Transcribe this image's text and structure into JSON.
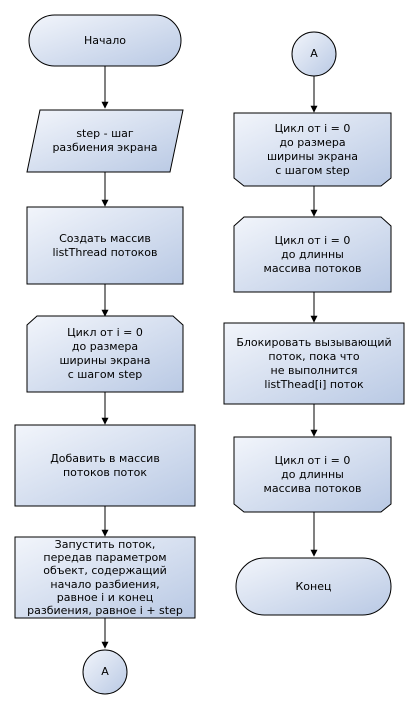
{
  "colors": {
    "fill_light": "#f2f5fb",
    "fill_dark": "#b9c9e4",
    "stroke": "#000000"
  },
  "nodes": {
    "start": {
      "lines": [
        "Начало"
      ]
    },
    "input_step": {
      "lines": [
        "step - шаг",
        "разбиения экрана"
      ]
    },
    "create_array": {
      "lines": [
        "Создать массив",
        "listThread потоков"
      ]
    },
    "loop1": {
      "lines": [
        "Цикл от i = 0",
        "до размера",
        "ширины экрана",
        "с шагом step"
      ]
    },
    "add_thread": {
      "lines": [
        "Добавить в массив",
        "потоков поток"
      ]
    },
    "start_thread": {
      "lines": [
        "Запустить поток,",
        "передав параметром",
        "объект, содержащий",
        "начало разбиения,",
        "равное i и конец",
        "разбиения, равное i + step"
      ]
    },
    "conn_a_out": {
      "lines": [
        "A"
      ]
    },
    "conn_a_in": {
      "lines": [
        "A"
      ]
    },
    "loop2": {
      "lines": [
        "Цикл от i = 0",
        "до размера",
        "ширины экрана",
        "с шагом step"
      ]
    },
    "loop3": {
      "lines": [
        "Цикл от i = 0",
        "до длинны",
        "массива потоков"
      ]
    },
    "block": {
      "lines": [
        "Блокировать вызывающий",
        "поток, пока что",
        "не выполнится",
        "listThead[i] поток"
      ]
    },
    "loop4": {
      "lines": [
        "Цикл от i = 0",
        "до длинны",
        "массива потоков"
      ]
    },
    "end": {
      "lines": [
        "Конец"
      ]
    }
  }
}
